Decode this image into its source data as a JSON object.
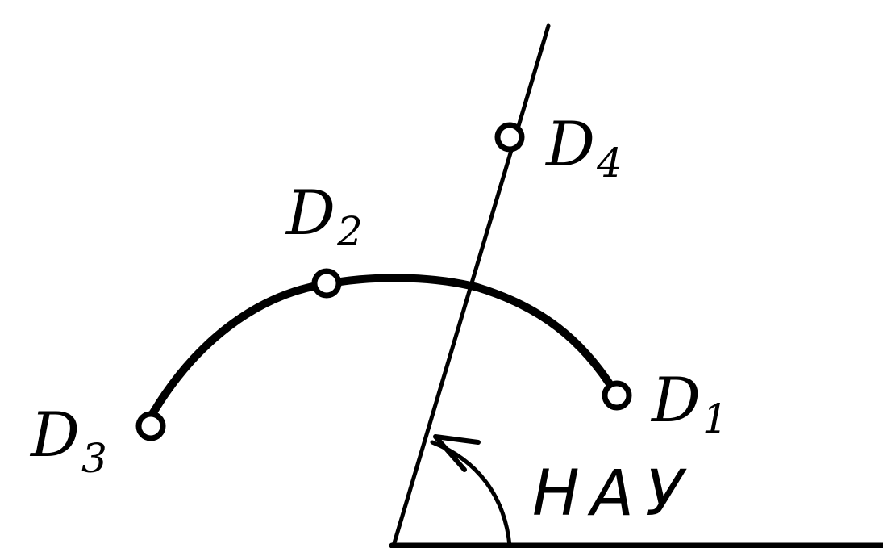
{
  "points": [
    {
      "id": "D1",
      "letter": "D",
      "subscript": "1"
    },
    {
      "id": "D2",
      "letter": "D",
      "subscript": "2"
    },
    {
      "id": "D3",
      "letter": "D",
      "subscript": "3"
    },
    {
      "id": "D4",
      "letter": "D",
      "subscript": "4"
    }
  ],
  "angle_label": "НАУ",
  "colors": {
    "ink": "#000000",
    "background": "#ffffff"
  }
}
